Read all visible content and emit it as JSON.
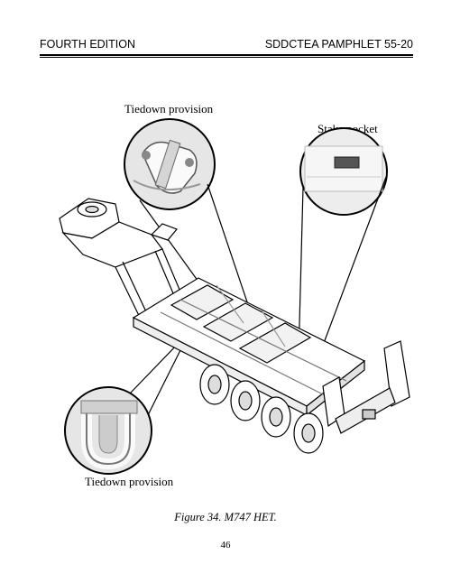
{
  "header": {
    "left": "FOURTH EDITION",
    "right": "SDDCTEA PAMPHLET 55-20"
  },
  "figure": {
    "callouts": {
      "tiedown_top": "Tiedown provision",
      "stake_pocket": "Stake pocket",
      "tiedown_bottom": "Tiedown provision"
    },
    "caption": "Figure 34. M747 HET."
  },
  "footer": {
    "page_number": "46"
  }
}
